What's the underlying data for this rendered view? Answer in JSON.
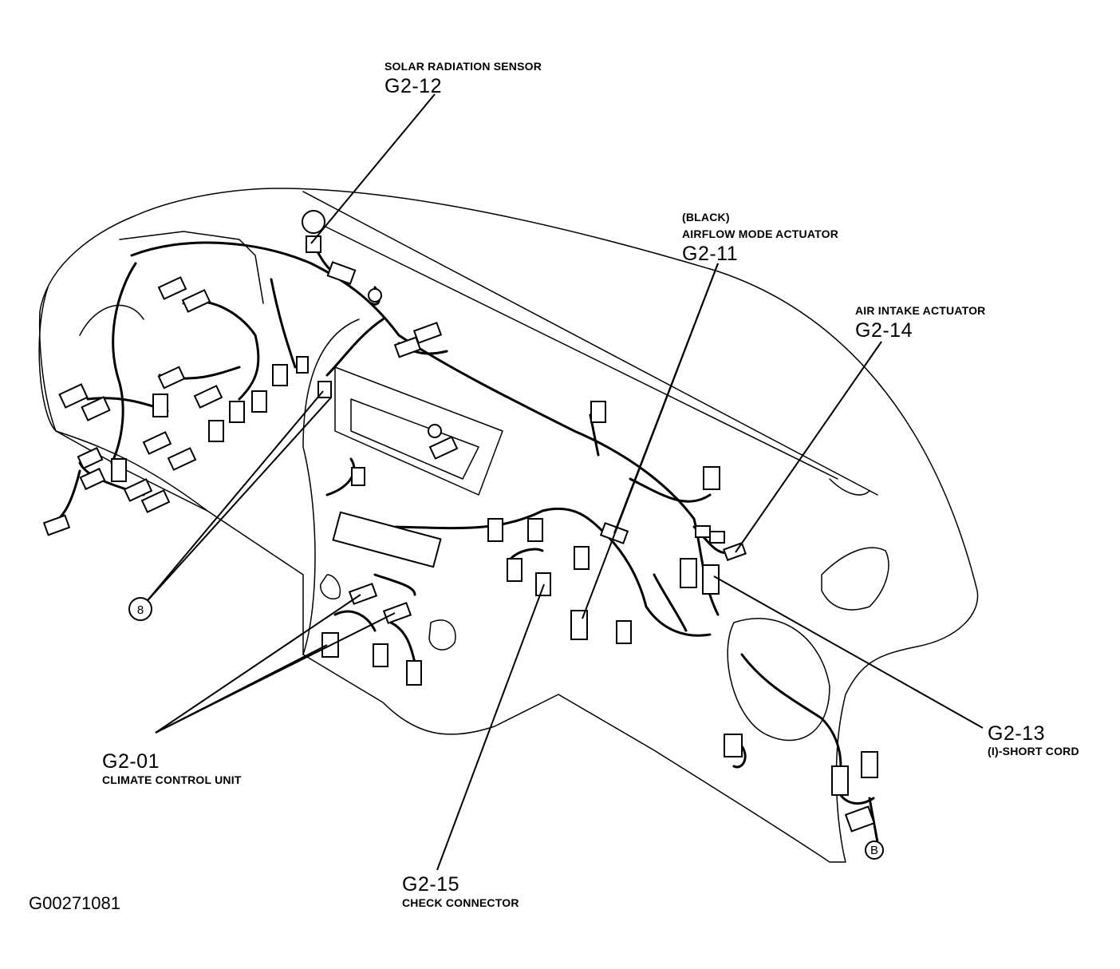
{
  "callouts": {
    "solar": {
      "name": "SOLAR RADIATION SENSOR",
      "code": "G2-12"
    },
    "airflow": {
      "note": "(BLACK)",
      "name": "AIRFLOW MODE ACTUATOR",
      "code": "G2-11"
    },
    "intake": {
      "name": "AIR INTAKE ACTUATOR",
      "code": "G2-14"
    },
    "short_cord": {
      "code": "G2-13",
      "name": "(I)-SHORT CORD"
    },
    "climate": {
      "code": "G2-01",
      "name": "CLIMATE CONTROL UNIT"
    },
    "check": {
      "code": "G2-15",
      "name": "CHECK CONNECTOR"
    }
  },
  "markers": {
    "ground_8": "8",
    "ground_b": "B"
  },
  "figure_id": "G00271081"
}
